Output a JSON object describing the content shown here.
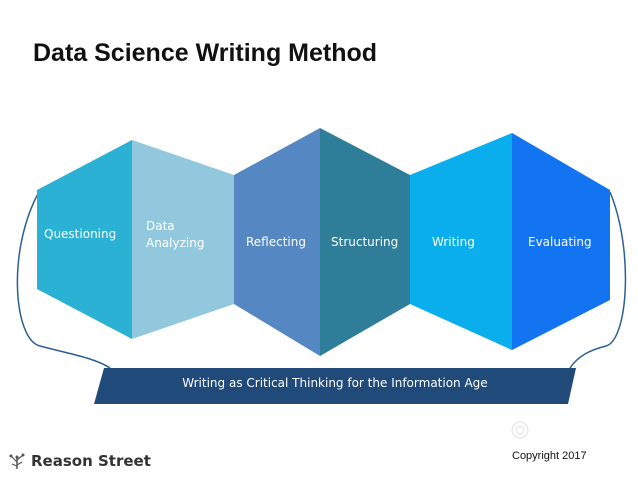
{
  "title": "Data Science Writing Method",
  "stages": [
    {
      "label_line1": "Questioning",
      "label_line2": "",
      "color": "#2BB1D3"
    },
    {
      "label_line1": "Data",
      "label_line2": "Analyzing",
      "color": "#92C8DD"
    },
    {
      "label_line1": "Reflecting",
      "label_line2": "",
      "color": "#5587C2"
    },
    {
      "label_line1": "Structuring",
      "label_line2": "",
      "color": "#2E7E9A"
    },
    {
      "label_line1": "Writing",
      "label_line2": "",
      "color": "#0AAEEC"
    },
    {
      "label_line1": "Evaluating",
      "label_line2": "",
      "color": "#1274F0"
    }
  ],
  "banner": {
    "text": "Writing as Critical Thinking for the Information Age",
    "color": "#1F4A7A"
  },
  "brand": {
    "name": "Reason Street",
    "icon": "tree-icon"
  },
  "copyright": "Copyright 2017"
}
